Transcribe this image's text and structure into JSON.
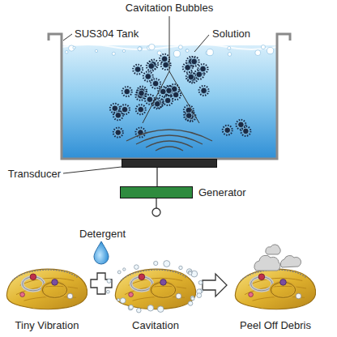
{
  "diagram": {
    "nodes": [
      {
        "text": [
          "Transducer"
        ]
      },
      {
        "text": [
          "Generator"
        ]
      }
    ],
    "edges": [
      {
        "from": 0,
        "to": 1,
        "arrow": "none"
      }
    ],
    "labels": [
      "Cavitation Bubbles",
      "SUS304 Tank",
      "Solution",
      "Detergent",
      "Tiny Vibration",
      "Cavitation",
      "Peel Off Debris"
    ]
  }
}
